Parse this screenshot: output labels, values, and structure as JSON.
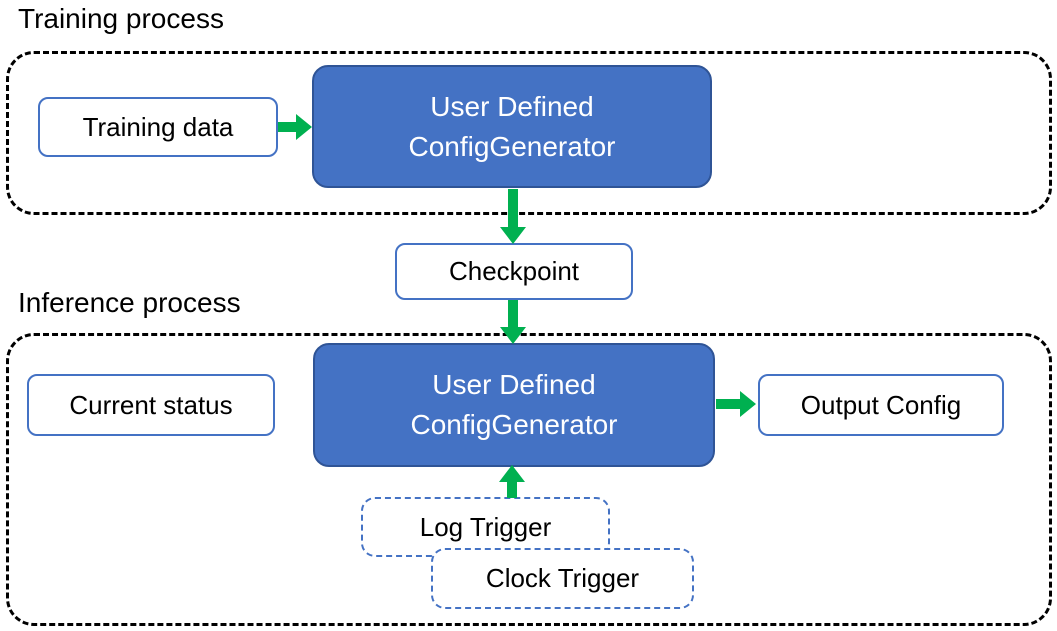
{
  "colors": {
    "node_fill": "#4472C4",
    "node_border": "#2F5496",
    "box_border": "#4472C4",
    "arrow": "#00B050",
    "container_border": "#000000",
    "text_on_node": "#FFFFFF",
    "text": "#000000"
  },
  "training": {
    "section_label": "Training process",
    "input_box": "Training data",
    "node_line1": "User Defined",
    "node_line2": "ConfigGenerator"
  },
  "checkpoint_box": "Checkpoint",
  "inference": {
    "section_label": "Inference process",
    "input_box": "Current status",
    "node_line1": "User Defined",
    "node_line2": "ConfigGenerator",
    "output_box": "Output Config",
    "log_trigger_box": "Log Trigger",
    "clock_trigger_box": "Clock Trigger"
  },
  "connections": [
    {
      "from": "Training data",
      "to": "User Defined ConfigGenerator (training)",
      "direction": "right"
    },
    {
      "from": "User Defined ConfigGenerator (training)",
      "to": "Checkpoint",
      "direction": "down"
    },
    {
      "from": "Checkpoint",
      "to": "User Defined ConfigGenerator (inference)",
      "direction": "down"
    },
    {
      "from": "User Defined ConfigGenerator (inference)",
      "to": "Output Config",
      "direction": "right"
    },
    {
      "from": "Log Trigger / Clock Trigger",
      "to": "User Defined ConfigGenerator (inference)",
      "direction": "up"
    }
  ]
}
